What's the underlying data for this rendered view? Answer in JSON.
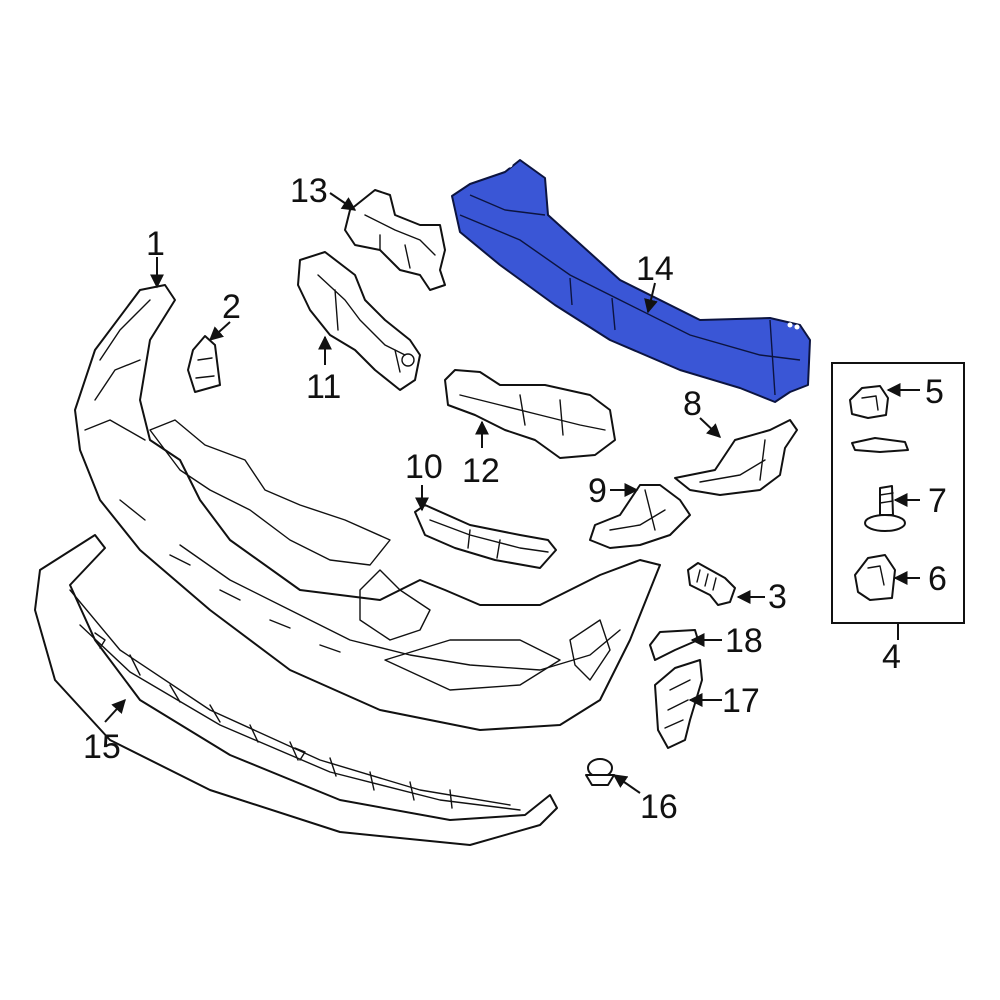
{
  "diagram": {
    "highlight_color": "#3a56d6",
    "outline_color": "#111111",
    "callouts": [
      "1",
      "2",
      "3",
      "4",
      "5",
      "6",
      "7",
      "8",
      "9",
      "10",
      "11",
      "12",
      "13",
      "14",
      "15",
      "16",
      "17",
      "18"
    ]
  }
}
